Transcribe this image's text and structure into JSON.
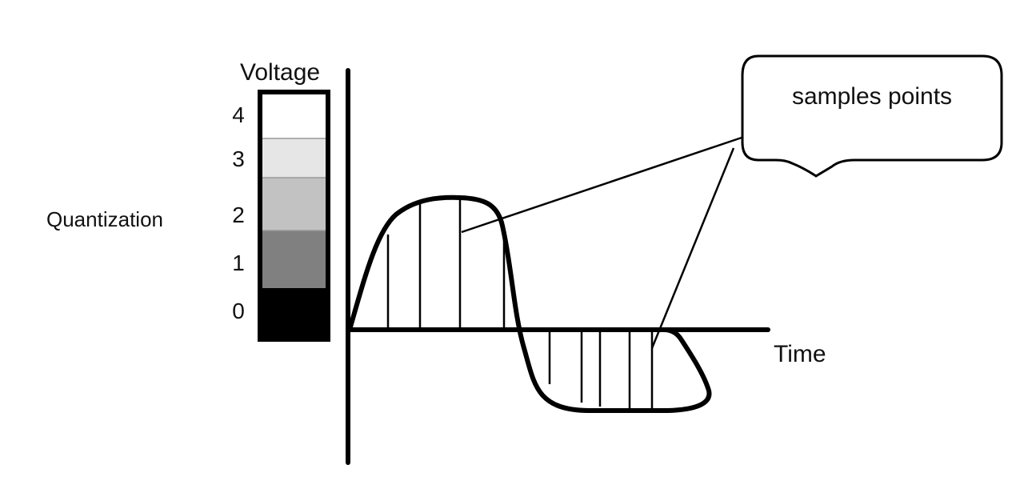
{
  "diagram": {
    "y_axis_label": "Voltage",
    "x_axis_label": "Time",
    "quantization_label": "Quantization",
    "callout_text": "samples points",
    "levels": [
      {
        "label": "4",
        "color": "#ffffff"
      },
      {
        "label": "3",
        "color": "#e6e6e6"
      },
      {
        "label": "2",
        "color": "#c2c2c2"
      },
      {
        "label": "1",
        "color": "#808080"
      },
      {
        "label": "0",
        "color": "#000000"
      }
    ],
    "level_1_label_color": "#4a5a2a"
  }
}
